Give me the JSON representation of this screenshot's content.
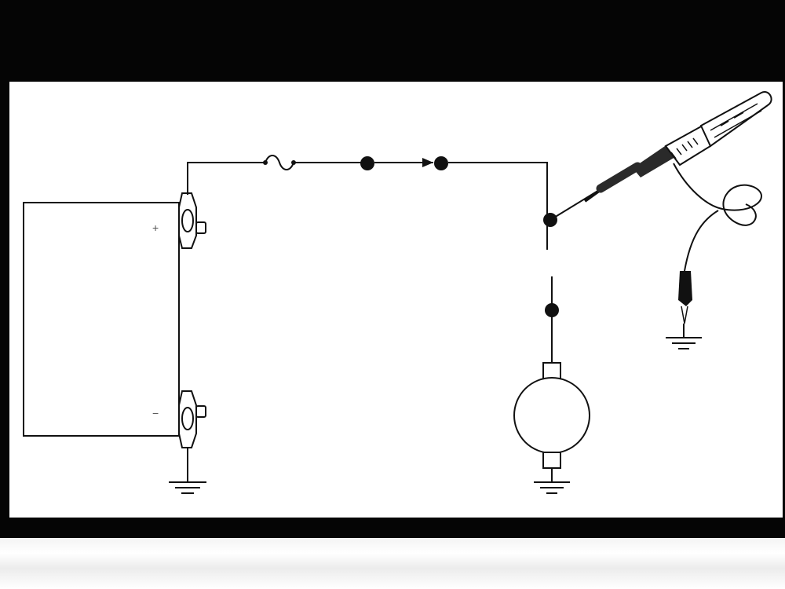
{
  "diagram": {
    "battery_terminal_labels": {
      "positive": "+",
      "negative": "−"
    },
    "colors": {
      "frame": "#050505",
      "line": "#111111",
      "background": "#ffffff",
      "probe_handle": "#2a2a2a"
    },
    "components": [
      {
        "id": "battery",
        "icon": "battery-box"
      },
      {
        "id": "fuse",
        "icon": "fuse-symbol"
      },
      {
        "id": "switch",
        "icon": "switch-arrow"
      },
      {
        "id": "motor",
        "icon": "motor-circle"
      },
      {
        "id": "test-light",
        "icon": "test-light-probe"
      },
      {
        "id": "ground",
        "icon": "ground-symbol",
        "count": 3
      }
    ]
  }
}
